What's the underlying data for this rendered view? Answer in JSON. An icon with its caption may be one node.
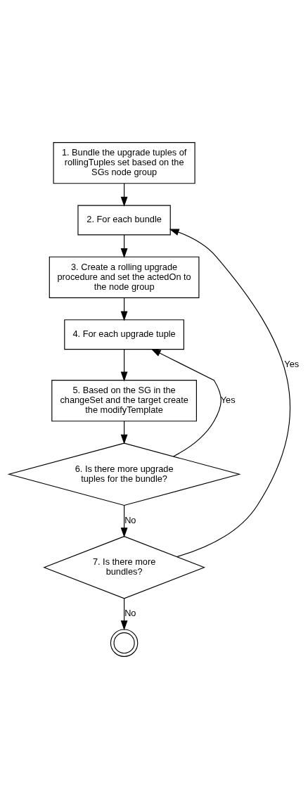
{
  "diagram": {
    "nodes": [
      {
        "text": [
          "1. Bundle the upgrade tuples of rollingTuples set based on the SGs node group"
        ]
      },
      {
        "text": [
          "2. For each bundle"
        ]
      },
      {
        "text": [
          "3. Create a rolling upgrade procedure and set the actedOn to the node group"
        ]
      },
      {
        "text": [
          "4. For each upgrade tuple"
        ]
      },
      {
        "text": [
          "5. Based on the SG in the changeSet and the target create the modifyTemplate"
        ]
      },
      {
        "text": [
          "6. Is there more upgrade tuples for the bundle?"
        ]
      },
      {
        "text": [
          "7. Is there more bundles?"
        ]
      },
      {
        "text": [],
        "shape": "circle"
      }
    ],
    "edges": [
      {
        "from": 0,
        "to": 1,
        "arrow": "to"
      },
      {
        "from": 1,
        "to": 2,
        "arrow": "to"
      },
      {
        "from": 2,
        "to": 3,
        "arrow": "to"
      },
      {
        "from": 3,
        "to": 4,
        "arrow": "to"
      },
      {
        "from": 4,
        "to": 5,
        "arrow": "to"
      },
      {
        "from": 5,
        "to": 3,
        "arrow": "to",
        "label": "Yes"
      },
      {
        "from": 5,
        "to": 6,
        "arrow": "to",
        "label": "No"
      },
      {
        "from": 6,
        "to": 1,
        "arrow": "to",
        "label": "Yes"
      },
      {
        "from": 6,
        "to": 7,
        "arrow": "to",
        "label": "No"
      }
    ]
  }
}
